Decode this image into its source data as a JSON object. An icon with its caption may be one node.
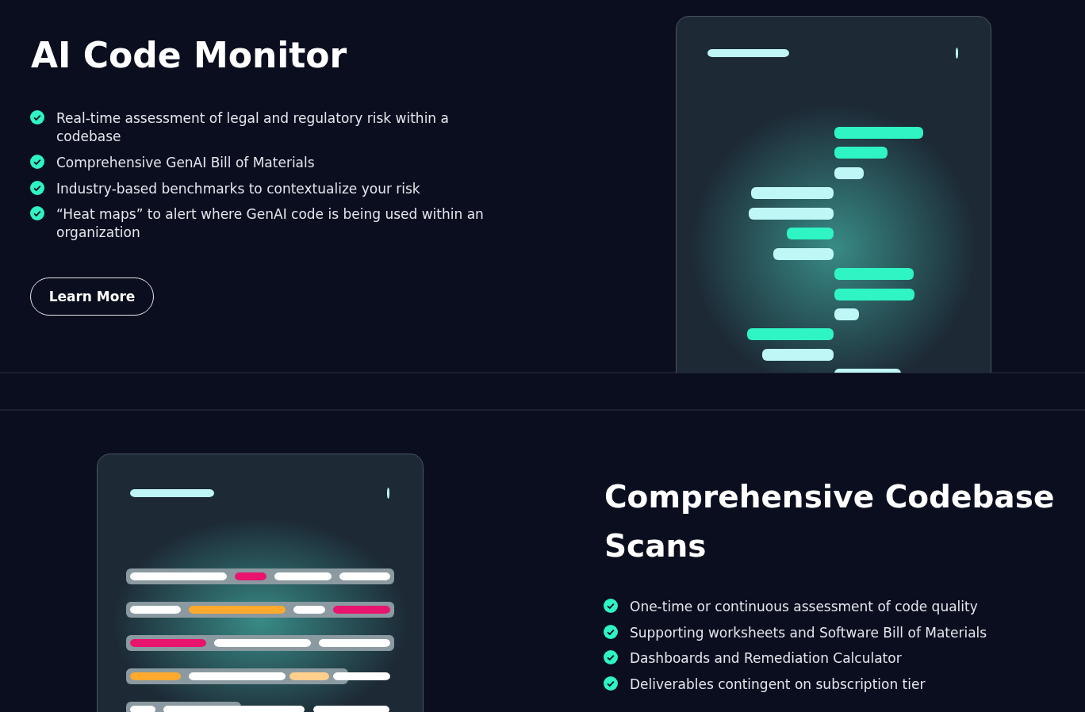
{
  "diagram": {
    "labels": [
      "AI Code Monitor",
      "Real-time assessment of legal and regulatory risk within a codebase",
      "Comprehensive GenAI Bill of Materials",
      "Industry-based benchmarks to contextualize your risk",
      "“Heat maps” to alert where GenAI code is being used within an organization",
      "Learn More",
      "Comprehensive Codebase Scans",
      "One-time or continuous assessment of code quality",
      "Supporting worksheets and Software Bill of Materials",
      "Dashboards and Remediation Calculator",
      "Deliverables contingent on subscription tier"
    ]
  }
}
